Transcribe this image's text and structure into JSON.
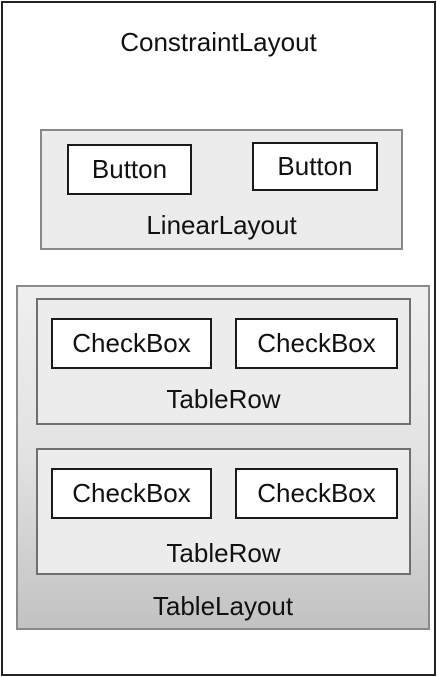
{
  "constraint_layout": {
    "label": "ConstraintLayout",
    "linear_layout": {
      "label": "LinearLayout",
      "buttons": [
        "Button",
        "Button"
      ]
    },
    "table_layout": {
      "label": "TableLayout",
      "rows": [
        {
          "label": "TableRow",
          "checkboxes": [
            "CheckBox",
            "CheckBox"
          ]
        },
        {
          "label": "TableRow",
          "checkboxes": [
            "CheckBox",
            "CheckBox"
          ]
        }
      ]
    }
  }
}
